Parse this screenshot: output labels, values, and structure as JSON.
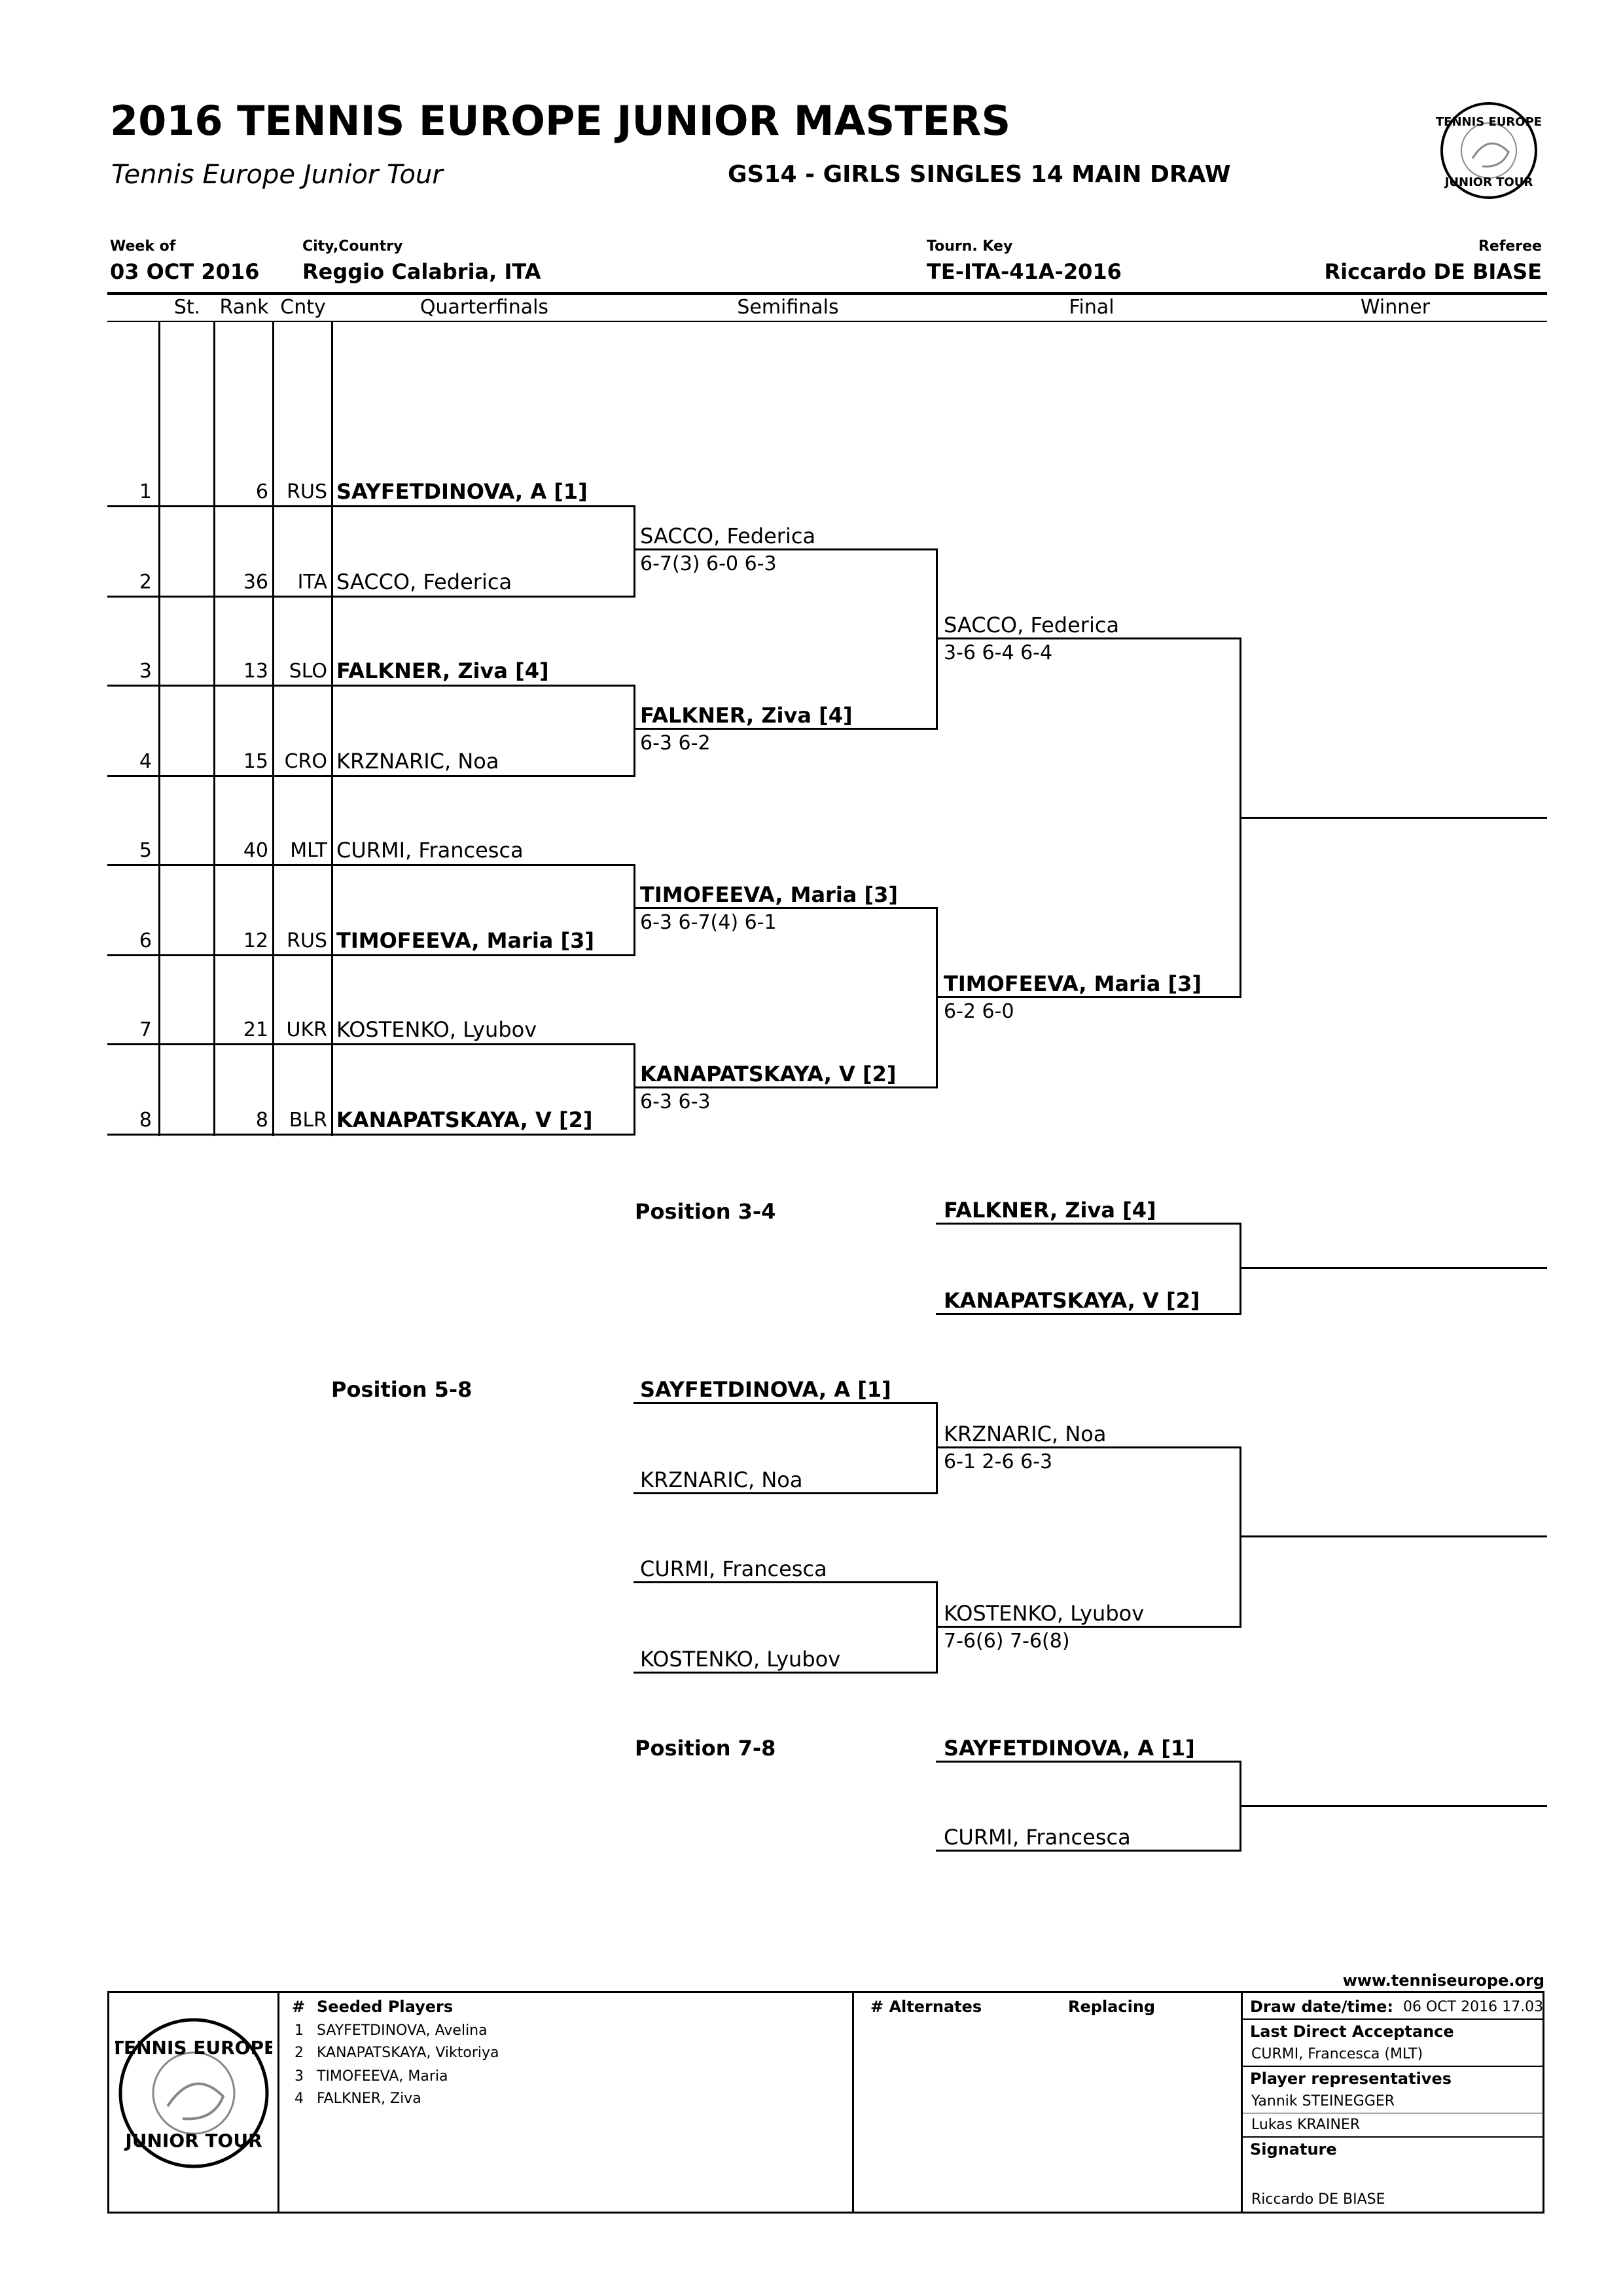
{
  "header": {
    "title": "2016 TENNIS EUROPE JUNIOR MASTERS",
    "subtitle": "Tennis Europe Junior Tour",
    "draw_name": "GS14 - GIRLS SINGLES 14 MAIN DRAW",
    "week_label": "Week of",
    "week_value": "03 OCT 2016",
    "city_label": "City,Country",
    "city_value": "Reggio Calabria, ITA",
    "key_label": "Tourn. Key",
    "key_value": "TE-ITA-41A-2016",
    "referee_label": "Referee",
    "referee_value": "Riccardo DE BIASE"
  },
  "logo_text": "TENNIS EUROPE JUNIOR TOUR",
  "columns": {
    "st": "St.",
    "rank": "Rank",
    "cnty": "Cnty",
    "qf": "Quarterfinals",
    "sf": "Semifinals",
    "final": "Final",
    "winner": "Winner"
  },
  "entries": [
    {
      "st": "1",
      "rank": "6",
      "cnty": "RUS",
      "name": "SAYFETDINOVA, A [1]",
      "bold": true
    },
    {
      "st": "2",
      "rank": "36",
      "cnty": "ITA",
      "name": "SACCO, Federica",
      "bold": false
    },
    {
      "st": "3",
      "rank": "13",
      "cnty": "SLO",
      "name": "FALKNER, Ziva [4]",
      "bold": true
    },
    {
      "st": "4",
      "rank": "15",
      "cnty": "CRO",
      "name": "KRZNARIC, Noa",
      "bold": false
    },
    {
      "st": "5",
      "rank": "40",
      "cnty": "MLT",
      "name": "CURMI, Francesca",
      "bold": false
    },
    {
      "st": "6",
      "rank": "12",
      "cnty": "RUS",
      "name": "TIMOFEEVA, Maria [3]",
      "bold": true
    },
    {
      "st": "7",
      "rank": "21",
      "cnty": "UKR",
      "name": "KOSTENKO, Lyubov",
      "bold": false
    },
    {
      "st": "8",
      "rank": "8",
      "cnty": "BLR",
      "name": "KANAPATSKAYA, V [2]",
      "bold": true
    }
  ],
  "semifinals": [
    {
      "name": "SACCO, Federica",
      "score": "6-7(3) 6-0 6-3",
      "bold": false
    },
    {
      "name": "FALKNER, Ziva [4]",
      "score": "6-3 6-2",
      "bold": true
    },
    {
      "name": "TIMOFEEVA, Maria [3]",
      "score": "6-3 6-7(4) 6-1",
      "bold": true
    },
    {
      "name": "KANAPATSKAYA, V [2]",
      "score": "6-3 6-3",
      "bold": true
    }
  ],
  "finals": [
    {
      "name": "SACCO, Federica",
      "score": "3-6 6-4 6-4",
      "bold": false
    },
    {
      "name": "TIMOFEEVA, Maria [3]",
      "score": "6-2 6-0",
      "bold": true
    }
  ],
  "pos34": {
    "label": "Position 3-4",
    "p1": "FALKNER, Ziva [4]",
    "p2": "KANAPATSKAYA, V [2]"
  },
  "pos58": {
    "label": "Position 5-8",
    "r1": [
      "SAYFETDINOVA, A [1]",
      "KRZNARIC, Noa",
      "CURMI, Francesca",
      "KOSTENKO, Lyubov"
    ],
    "r2": [
      {
        "name": "KRZNARIC, Noa",
        "score": "6-1 2-6 6-3"
      },
      {
        "name": "KOSTENKO, Lyubov",
        "score": "7-6(6) 7-6(8)"
      }
    ]
  },
  "pos78": {
    "label": "Position 7-8",
    "p1": "SAYFETDINOVA, A [1]",
    "p2": "CURMI, Francesca"
  },
  "footer": {
    "website": "www.tenniseurope.org",
    "seeded_hash": "#",
    "seeded_title": "Seeded Players",
    "seeded": [
      {
        "num": "1",
        "name": "SAYFETDINOVA, Avelina"
      },
      {
        "num": "2",
        "name": "KANAPATSKAYA, Viktoriya"
      },
      {
        "num": "3",
        "name": "TIMOFEEVA, Maria"
      },
      {
        "num": "4",
        "name": "FALKNER, Ziva"
      }
    ],
    "alternates_title": "# Alternates",
    "replacing_title": "Replacing",
    "draw_date_label": "Draw date/time:",
    "draw_date_value": "06 OCT 2016 17.03",
    "lda_label": "Last Direct Acceptance",
    "lda_value": "CURMI, Francesca (MLT)",
    "reps_label": "Player representatives",
    "reps": [
      "Yannik STEINEGGER",
      "Lukas KRAINER"
    ],
    "signature_label": "Signature",
    "signature_value": "Riccardo DE BIASE"
  }
}
